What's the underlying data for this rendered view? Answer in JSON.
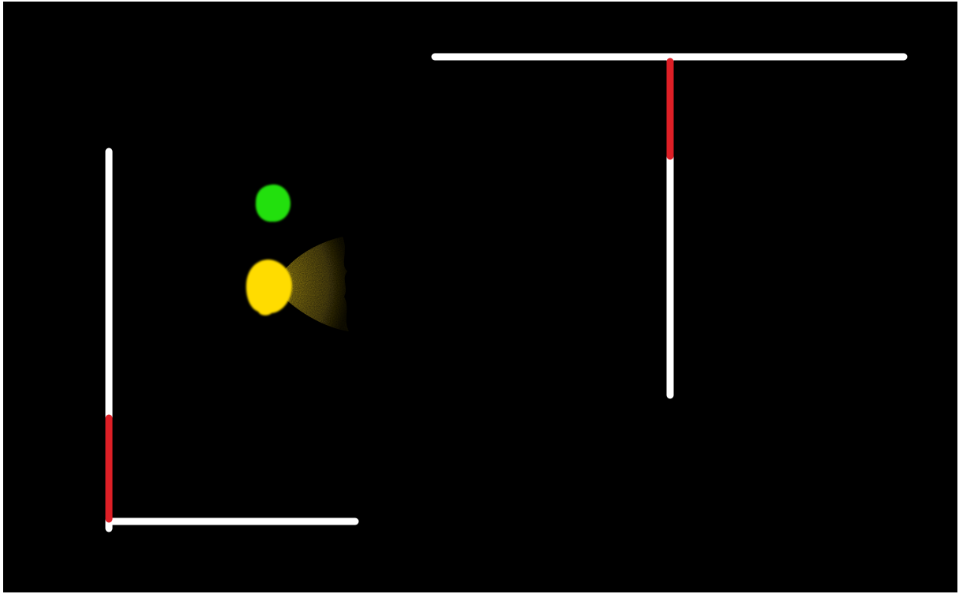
{
  "scene": {
    "background_color": "#000000",
    "wall_color": "#ffffff",
    "hazard_color": "#dd1f26",
    "player": {
      "name": "player",
      "color": "#ffdc00",
      "icon": "yellow-blob"
    },
    "flashlight": {
      "name": "flashlight-beam",
      "color": "#cdb01a"
    },
    "target": {
      "name": "goal",
      "color": "#22e00a",
      "icon": "green-blob"
    },
    "walls": [
      {
        "name": "left-vertical-wall"
      },
      {
        "name": "left-bottom-wall"
      },
      {
        "name": "top-horizontal-wall"
      },
      {
        "name": "center-vertical-wall"
      }
    ],
    "hazards": [
      {
        "name": "left-red-hazard"
      },
      {
        "name": "top-red-hazard"
      }
    ]
  }
}
